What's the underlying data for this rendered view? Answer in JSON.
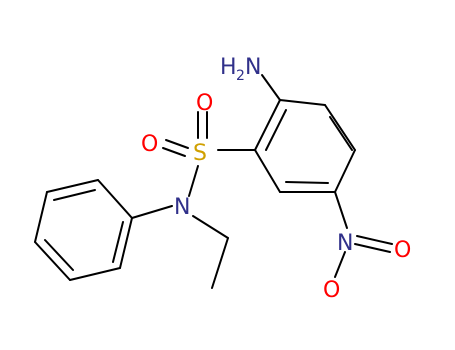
{
  "molecule": {
    "colors": {
      "bond": "#000000",
      "nitrogen": "#30308a",
      "oxygen": "#ff0000",
      "sulfur": "#d0a000"
    },
    "atoms": [
      {
        "id": "s1",
        "element": "S",
        "label": "S"
      },
      {
        "id": "o_s_top",
        "element": "O",
        "label": "O"
      },
      {
        "id": "o_s_left",
        "element": "O",
        "label": "O"
      },
      {
        "id": "n_amide",
        "element": "N",
        "label": "N"
      },
      {
        "id": "n_amine",
        "element": "N",
        "label": "H",
        "subscript": "2",
        "suffix": "N"
      },
      {
        "id": "n_nitro",
        "element": "N",
        "label": "N"
      },
      {
        "id": "o_nitro_right",
        "element": "O",
        "label": "O"
      },
      {
        "id": "o_nitro_bottom",
        "element": "O",
        "label": "O"
      }
    ]
  }
}
